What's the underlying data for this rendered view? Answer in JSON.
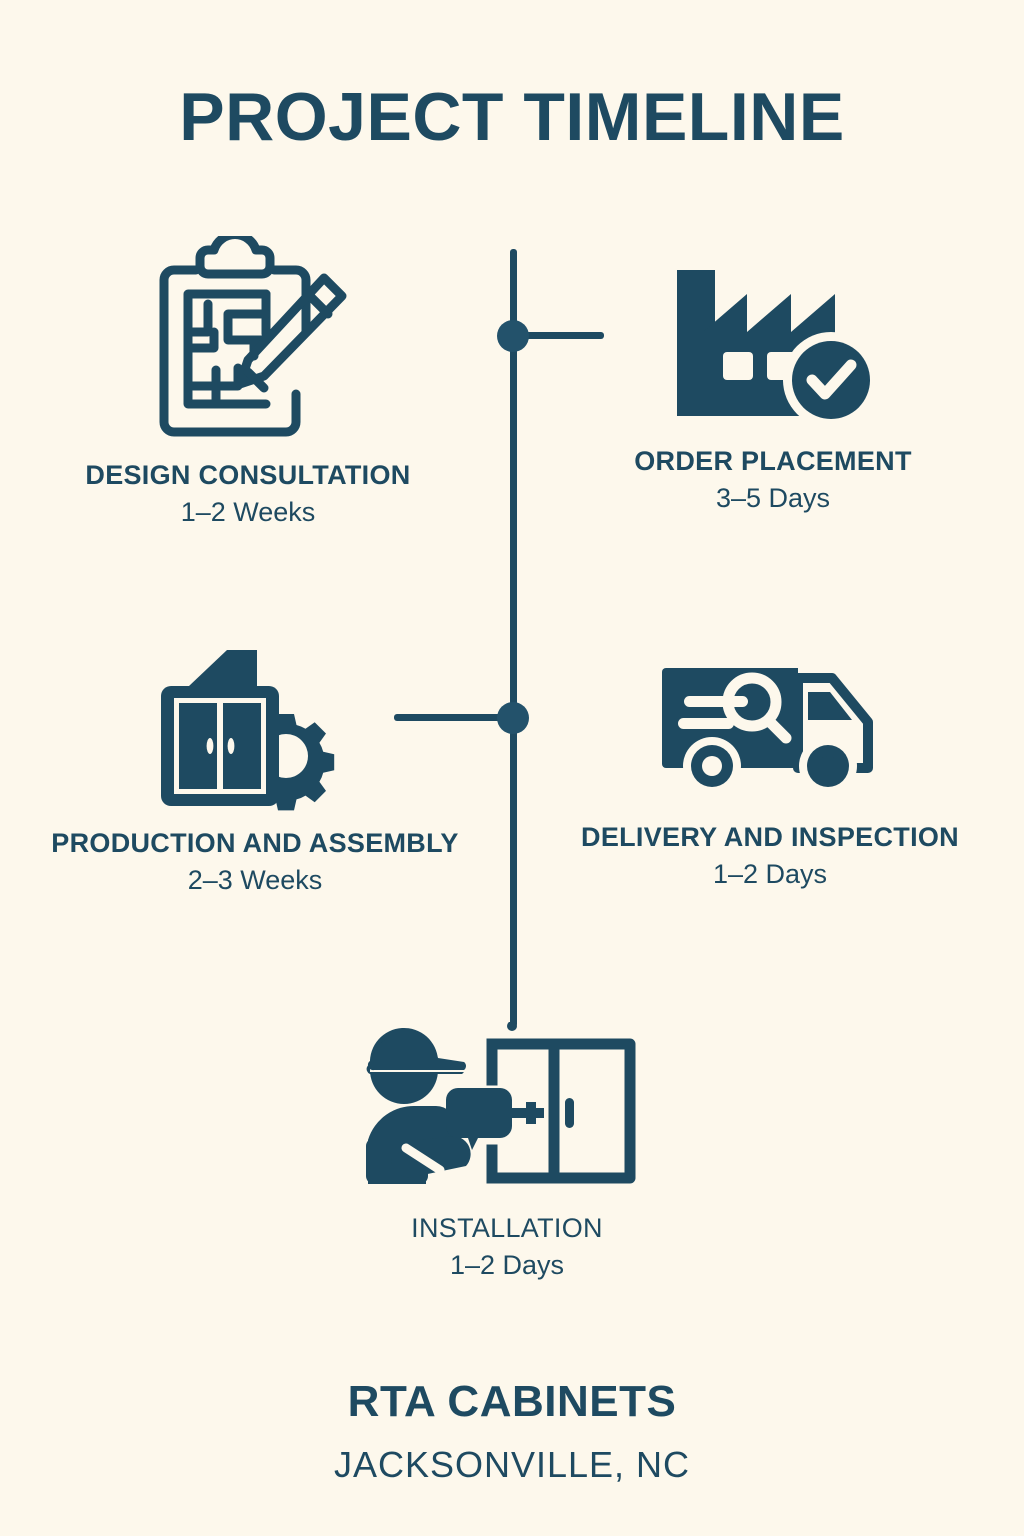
{
  "page": {
    "title": "PROJECT TIMELINE",
    "background_color": "#FDF8EC",
    "accent_color": "#1E4A61"
  },
  "timeline": {
    "node_color": "#23526B",
    "line_color": "#1E4A61",
    "nodes": 2
  },
  "steps": [
    {
      "id": "design-consultation",
      "icon": "clipboard-blueprint-pencil-icon",
      "label": "DESIGN CONSULTATION",
      "duration": "1–2 Weeks",
      "side": "left"
    },
    {
      "id": "order-placement",
      "icon": "factory-check-icon",
      "label": "ORDER PLACEMENT",
      "duration": "3–5 Days",
      "side": "right"
    },
    {
      "id": "production-and-assembly",
      "icon": "cabinet-gear-icon",
      "label": "PRODUCTION AND ASSEMBLY",
      "duration": "2–3 Weeks",
      "side": "left"
    },
    {
      "id": "delivery-and-inspection",
      "icon": "delivery-truck-magnifier-icon",
      "label": "DELIVERY AND INSPECTION",
      "duration": "1–2 Days",
      "side": "right"
    },
    {
      "id": "installation",
      "icon": "worker-drill-cabinet-icon",
      "label": "INSTALLATION",
      "duration": "1–2 Days",
      "side": "center"
    }
  ],
  "footer": {
    "brand": "RTA CABINETS",
    "location": "JACKSONVILLE, NC"
  }
}
